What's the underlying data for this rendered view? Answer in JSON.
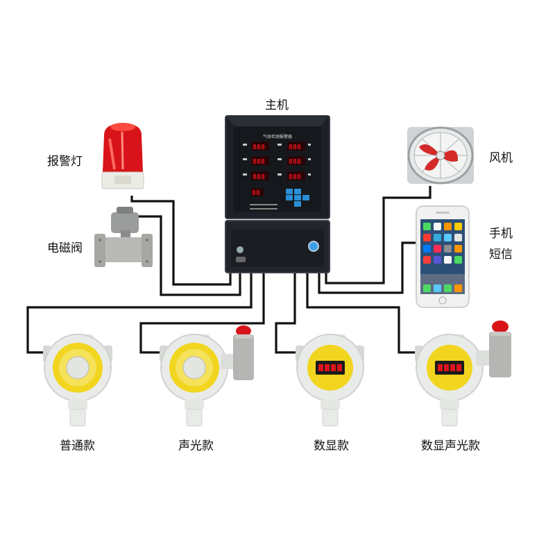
{
  "labels": {
    "host": "主机",
    "alarm_light": "报警灯",
    "solenoid_valve": "电磁阀",
    "fan": "风机",
    "phone_line1": "手机",
    "phone_line2": "短信",
    "detector_standard": "普通款",
    "detector_sound_light": "声光款",
    "detector_digital": "数显款",
    "detector_digital_sound_light": "数显声光款"
  },
  "controller": {
    "panel_title": "气体检测报警器",
    "channel_readouts": [
      "888",
      "888",
      "888",
      "888",
      "888",
      "888",
      "88"
    ]
  },
  "colors": {
    "wire": "#111111",
    "controller_body": "#1a1d22",
    "led_red": "#e0141c",
    "key_blue": "#2a8fd6",
    "detector_body": "#e9ebe8",
    "sensor_yellow": "#f2d51f",
    "beacon_red": "#d8141a",
    "fan_blade_red": "#d42a2a"
  },
  "icons": {
    "alarm_light": "rotating-beacon-icon",
    "valve": "solenoid-valve-icon",
    "fan": "axial-fan-icon",
    "phone": "smartphone-icon",
    "detector": "gas-detector-icon"
  }
}
